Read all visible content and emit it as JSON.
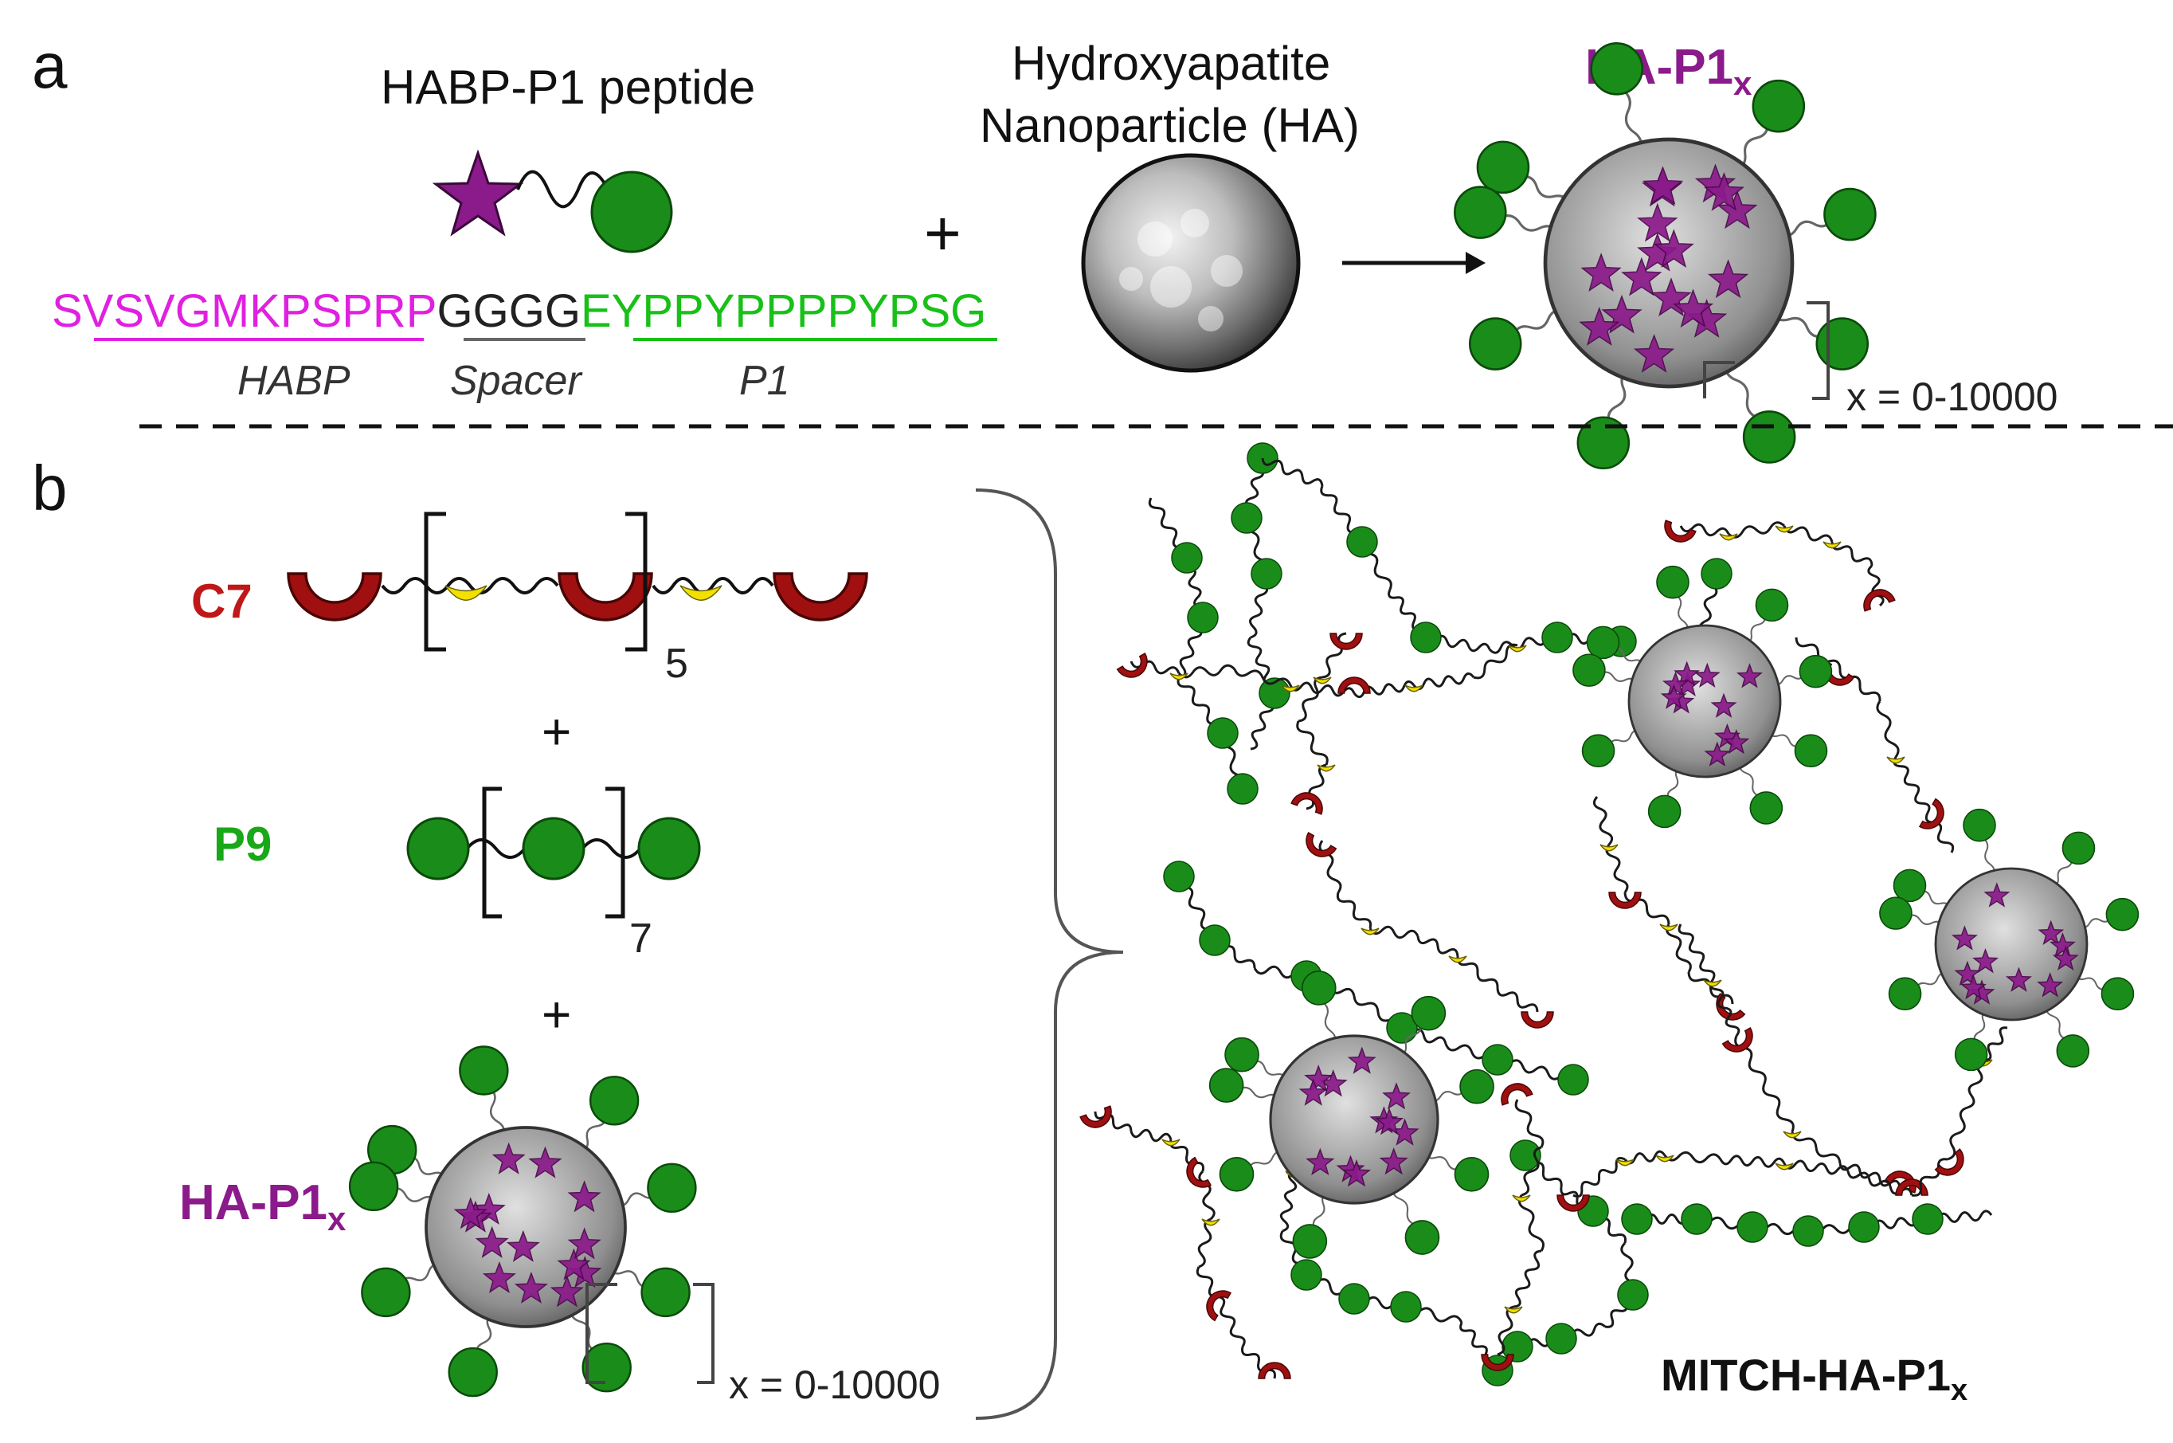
{
  "panel_a": {
    "label": "a",
    "peptide_title": "HABP-P1 peptide",
    "sequence": {
      "habp": "SVSVGMKPSPRP",
      "spacer": "GGGG",
      "p1": "EYPPYPPPPYPSG"
    },
    "segment_labels": {
      "habp": "HABP",
      "spacer": "Spacer",
      "p1": "P1"
    },
    "plus": "+",
    "nanoparticle_line1": "Hydroxyapatite",
    "nanoparticle_line2": "Nanoparticle (HA)",
    "product": "HA-P1",
    "product_sub": "x",
    "range": "x = 0-10000"
  },
  "panel_b": {
    "label": "b",
    "c7_label": "C7",
    "c7_repeat": "5",
    "plus1": "+",
    "p9_label": "P9",
    "p9_repeat": "7",
    "plus2": "+",
    "ha_label": "HA-P1",
    "ha_sub": "x",
    "range": "x = 0-10000",
    "product": "MITCH-HA-P1",
    "product_sub": "x"
  },
  "colors": {
    "habp": "#e020e0",
    "p1_green": "#18c018",
    "star": "#8b1a8b",
    "bead_green": "#1a8c1a",
    "c7_red": "#a01010",
    "yellow": "#f2e000",
    "c7_label": "#c01818",
    "p9_label": "#18a818",
    "ha_label": "#8b1a8b"
  }
}
